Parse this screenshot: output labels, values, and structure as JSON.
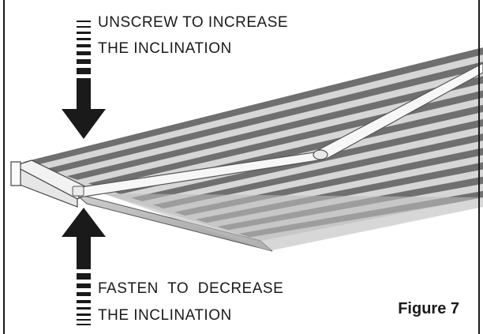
{
  "figure": {
    "label": "Figure 7",
    "top_instruction": [
      "UNSCREW TO INCREASE",
      "THE INCLINATION"
    ],
    "bottom_instruction": [
      "FASTEN  TO  DECREASE",
      "THE INCLINATION"
    ]
  },
  "colors": {
    "ink": "#1a1a1a",
    "stripe_dark": "#6f6f6f",
    "stripe_light": "#d6d6d6",
    "arm": "#f4f4f4",
    "underside": "#b9b9b9"
  }
}
